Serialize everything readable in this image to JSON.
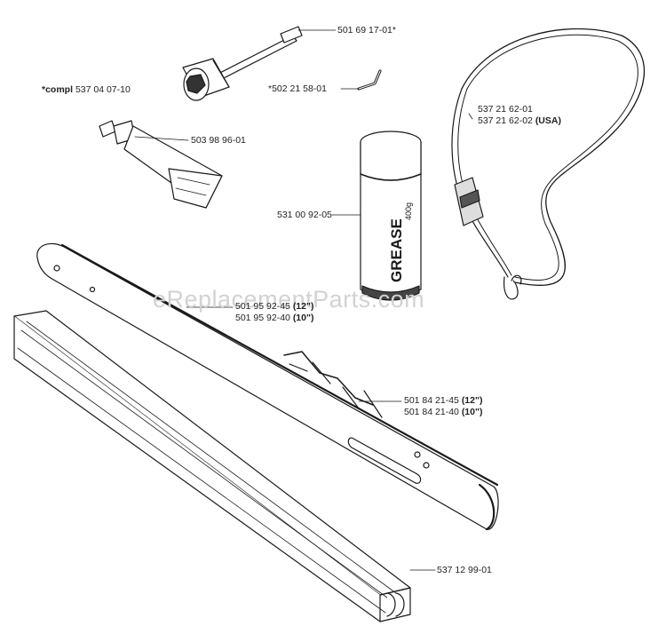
{
  "watermark": "eReplacementParts.com",
  "parts": {
    "wrench": {
      "number": "501 69 17-01*"
    },
    "hex_key": {
      "number": "*502 21 58-01"
    },
    "compl": {
      "prefix": "*compl",
      "number": "537 04 07-10"
    },
    "grease_tube": {
      "number": "503 98 96-01"
    },
    "grease_cartridge": {
      "number": "531 00 92-05",
      "brand_text": "GREASE",
      "weight_text": "400g"
    },
    "harness": {
      "number_1": "537 21 62-01",
      "number_2": "537 21 62-02",
      "suffix_2": "(USA)"
    },
    "guide_bar": {
      "number_1": "501 95 92-45",
      "size_1": "(12\")",
      "number_2": "501 95 92-40",
      "size_2": "(10\")"
    },
    "chain": {
      "number_1": "501 84 21-45",
      "size_1": "(12\")",
      "number_2": "501 84 21-40",
      "size_2": "(10\")"
    },
    "cover": {
      "number": "537 12 99-01"
    }
  }
}
